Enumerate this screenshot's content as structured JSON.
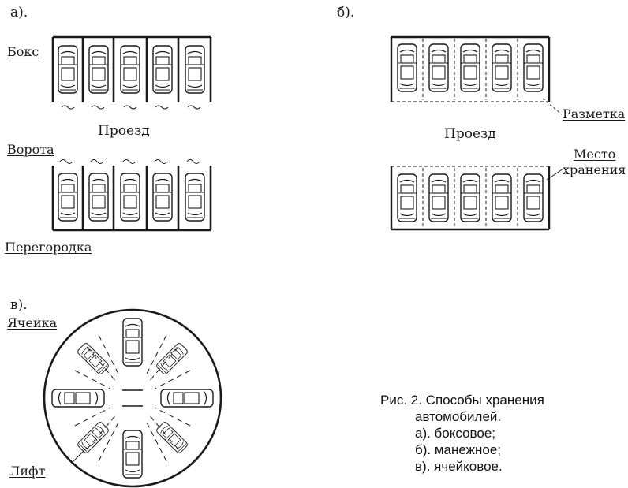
{
  "panels": {
    "a": {
      "label": "а).",
      "box_label": "Бокс",
      "passage_label": "Проезд",
      "gate_label": "Ворота",
      "partition_label": "Перегородка"
    },
    "b": {
      "label": "б).",
      "marking_label": "Разметка",
      "passage_label": "Проезд",
      "place_label_1": "Место",
      "place_label_2": "хранения"
    },
    "c": {
      "label": "в).",
      "cell_label": "Ячейка",
      "lift_label": "Лифт"
    }
  },
  "caption": {
    "line1": "Рис. 2. Способы хранения",
    "line2": "автомобилей.",
    "line3": "а). боксовое;",
    "line4": "б). манежное;",
    "line5": "в). ячейковое."
  },
  "colors": {
    "ink": "#1a1a1a",
    "paper": "#ffffff"
  }
}
